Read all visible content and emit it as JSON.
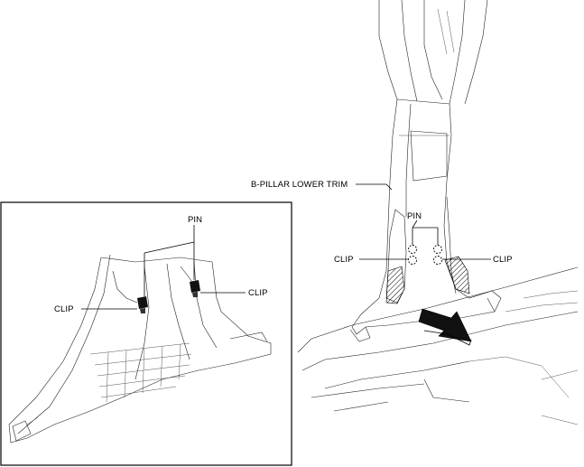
{
  "diagram": {
    "main_view": {
      "labels": {
        "trim": "B-PILLAR LOWER TRIM",
        "pin": "PIN",
        "clip_left": "CLIP",
        "clip_right": "CLIP"
      },
      "arrow_direction": "down-right"
    },
    "inset_view": {
      "labels": {
        "pin": "PIN",
        "clip_left": "CLIP",
        "clip_right": "CLIP"
      }
    }
  }
}
